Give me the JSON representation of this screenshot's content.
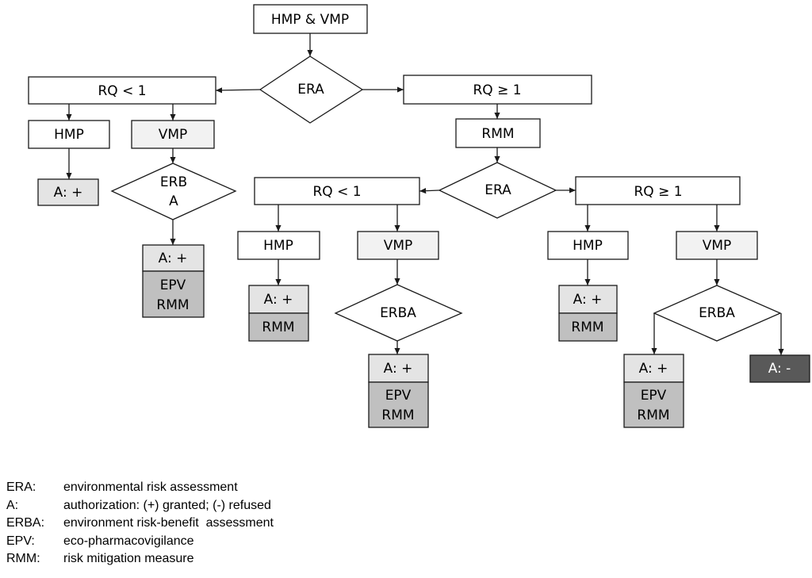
{
  "flowchart": {
    "nodes": {
      "start": "HMP & VMP",
      "era_main": "ERA",
      "rq_lt1_left": "RQ < 1",
      "rq_ge1_top": "RQ ≥ 1",
      "hmp_l": "HMP",
      "vmp_l": "VMP",
      "a_plus_1": "A: +",
      "erba_l_line1": "ERB",
      "erba_l_line2": "A",
      "a_plus_2": "A: +",
      "epv_1": "EPV",
      "rmm_1": "RMM",
      "rmm_top": "RMM",
      "era_2": "ERA",
      "rq_lt1_mid": "RQ < 1",
      "rq_ge1_right": "RQ ≥ 1",
      "hmp_m": "HMP",
      "vmp_m": "VMP",
      "a_plus_3": "A: +",
      "rmm_3": "RMM",
      "erba_m": "ERBA",
      "a_plus_4": "A: +",
      "epv_4": "EPV",
      "rmm_4": "RMM",
      "hmp_r": "HMP",
      "vmp_r": "VMP",
      "a_plus_5": "A: +",
      "rmm_5": "RMM",
      "erba_r": "ERBA",
      "a_plus_6": "A: +",
      "epv_6": "EPV",
      "rmm_6": "RMM",
      "a_minus": "A: -"
    },
    "colors": {
      "white_box": "#ffffff",
      "light_box": "#f2f2f2",
      "auth_box": "#e4e4e4",
      "measure_box": "#c0c0c0",
      "refused_box": "#595959"
    }
  },
  "legend": [
    {
      "abbr": "ERA:",
      "text": "environmental risk assessment"
    },
    {
      "abbr": "A:",
      "text": "authorization: (+) granted; (-) refused"
    },
    {
      "abbr": "ERBA:",
      "text": "environment risk-benefit  assessment"
    },
    {
      "abbr": "EPV:",
      "text": "eco-pharmacovigilance"
    },
    {
      "abbr": "RMM:",
      "text": "risk mitigation measure"
    }
  ]
}
